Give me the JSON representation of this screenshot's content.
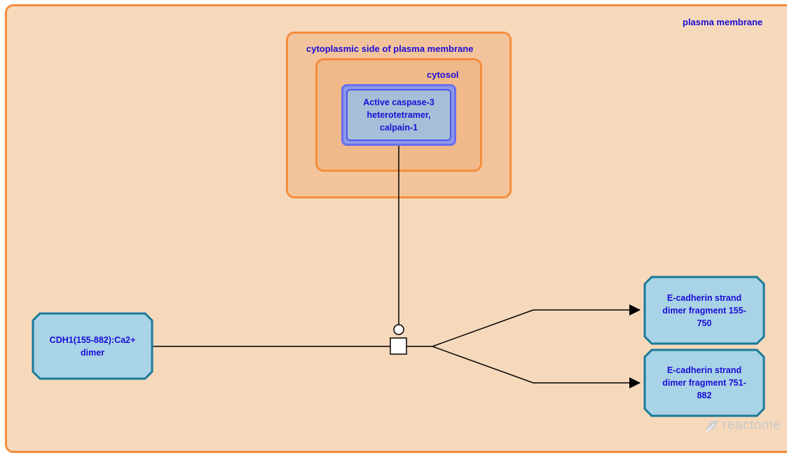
{
  "compartments": {
    "plasma_membrane": "plasma membrane",
    "cytoplasmic_side": "cytoplasmic side of plasma membrane",
    "cytosol": "cytosol"
  },
  "complex": {
    "catalyst": "Active caspase-3 heterotetramer, calpain-1"
  },
  "inputs": {
    "cdh1_dimer": "CDH1(155-882):Ca2+ dimer"
  },
  "outputs": {
    "fragment_155_750": "E-cadherin strand dimer fragment 155-750",
    "fragment_751_882": "E-cadherin strand dimer fragment 751-882"
  },
  "branding": {
    "logo_text": "reactome",
    "logo_icon": "reactome-leaf-icon"
  },
  "colors": {
    "compartment_border": "#f58d3c",
    "plasma_membrane_fill": "#f6d8bb",
    "cytoplasmic_side_fill": "#f3c49b",
    "cytosol_fill": "#efb98a",
    "complex_fill": "#a6bfd8",
    "complex_border": "#6a6ef0",
    "entity_fill": "#a9d3e6",
    "entity_border": "#1a7a99",
    "label_text": "#1a0dd6"
  }
}
